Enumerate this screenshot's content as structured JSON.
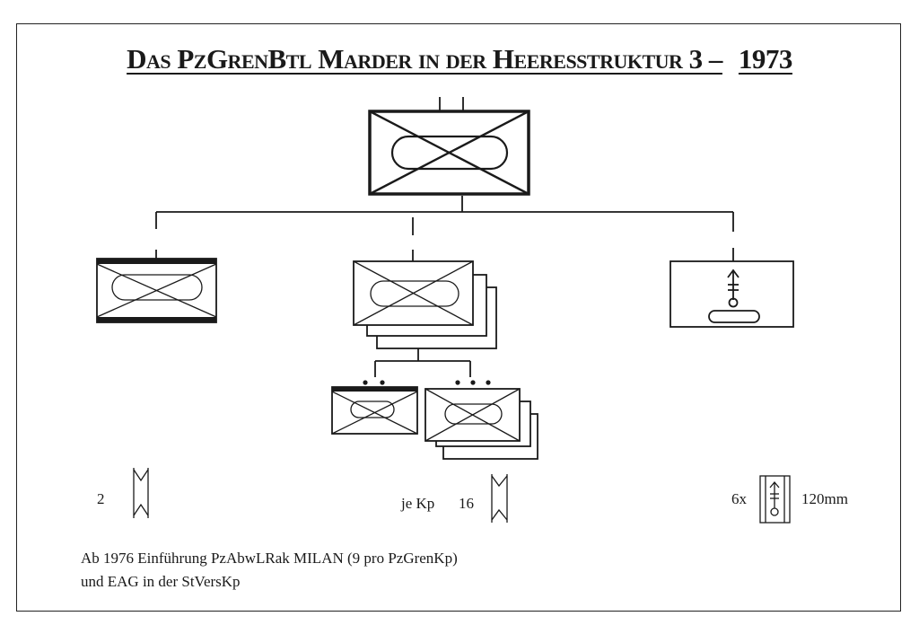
{
  "title": {
    "main": "Das PzGrenBtl Marder in der Heeresstruktur 3 –",
    "year": "1973"
  },
  "equipment": {
    "left_count": "2",
    "middle_prefix": "je Kp",
    "middle_count": "16",
    "right_count": "6x",
    "right_caliber": "120mm"
  },
  "notes": {
    "line1": "Ab 1976 Einführung PzAbwLRak MILAN (9 pro PzGrenKp)",
    "line2": "und EAG in der StVersKp"
  }
}
